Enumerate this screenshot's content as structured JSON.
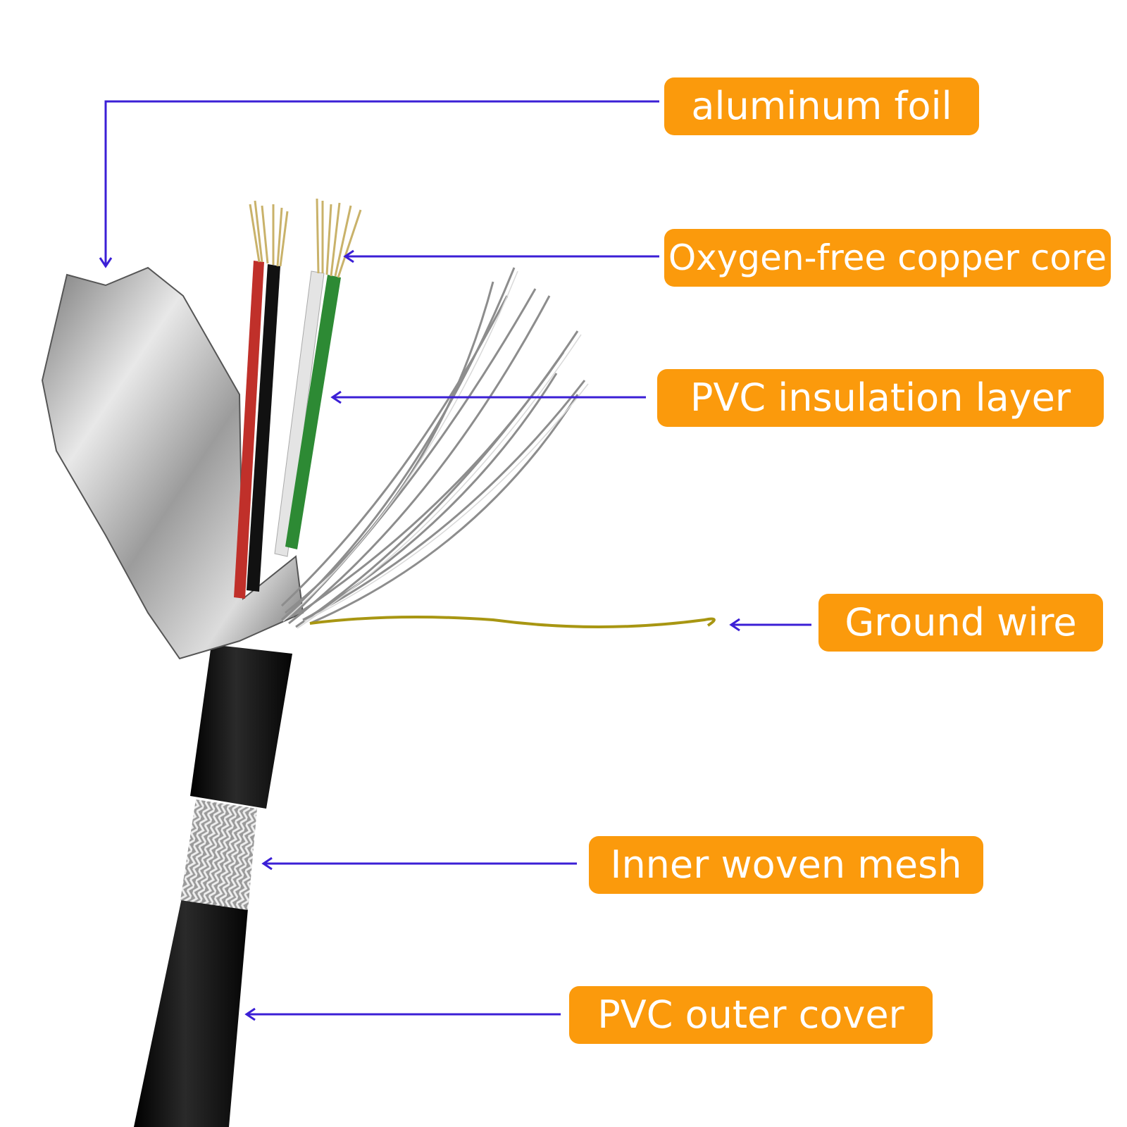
{
  "title": "Shielded cable structure",
  "colors": {
    "label_bg": "#fb9a0c",
    "label_text": "#ffffff",
    "leader_line": "#3b1fd6"
  },
  "labels": {
    "aluminum_foil": "aluminum foil",
    "copper_core": "Oxygen-free copper core",
    "insulation": "PVC insulation layer",
    "ground_wire": "Ground wire",
    "woven_mesh": "Inner woven mesh",
    "outer_cover": "PVC outer cover"
  }
}
